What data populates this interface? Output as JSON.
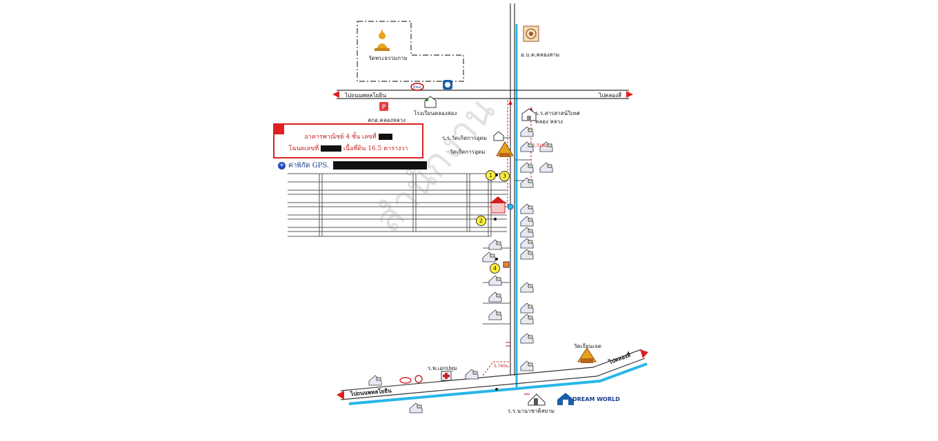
{
  "places": {
    "temple_top": "วัดพระธรรมกาย",
    "sao": "อ.บ.ต.คลองสาม",
    "school_klongsong": "โรงเรียนคลองสอง",
    "police": "สภอ.คลองหลวง",
    "saint_school": "ร.ร.สารสาสน์วิเทศ คลอง หลวง",
    "school_udom": "ร.ร.วัดเกิดการอุดม",
    "temple_udom": "วัดเกิดการอุดม",
    "temple_bottom": "วัดเจียนเจต",
    "hospital": "ร.พ.เอกปทุม",
    "school_bottom": "ร.ร.นานาชาติสยาม",
    "dreamworld": "DREAM WORLD"
  },
  "roads": {
    "top_left": "ไปถนนพหลโยธิน",
    "top_right": "ไปคลองสี่",
    "bottom_left": "ไปถนนพหลโยธิน",
    "bottom_right": "ไปคลองสี่"
  },
  "distances": {
    "d1": "2,316ม.",
    "d2": "5,760ม."
  },
  "info": {
    "line1": "อาคารพาณิชย์ 4 ชั้น เลขที่",
    "line2_a": "โฉนดเลขที่",
    "line2_b": "เนื้อที่ดิน 16.5 ตารางวา",
    "gps_label": "ค่าพิกัด GPS."
  },
  "markers": [
    "1",
    "2",
    "3",
    "4"
  ],
  "watermark": "สำนักงาน",
  "colors": {
    "canal": "#29b6e8",
    "arrow": "#e02020",
    "road": "#222222",
    "marker": "#ffef3a"
  },
  "icons": [
    "temple-icon",
    "house-icon",
    "school-icon",
    "gas-station-icon",
    "police-icon",
    "hospital-icon",
    "sao-emblem-icon",
    "gps-icon"
  ]
}
